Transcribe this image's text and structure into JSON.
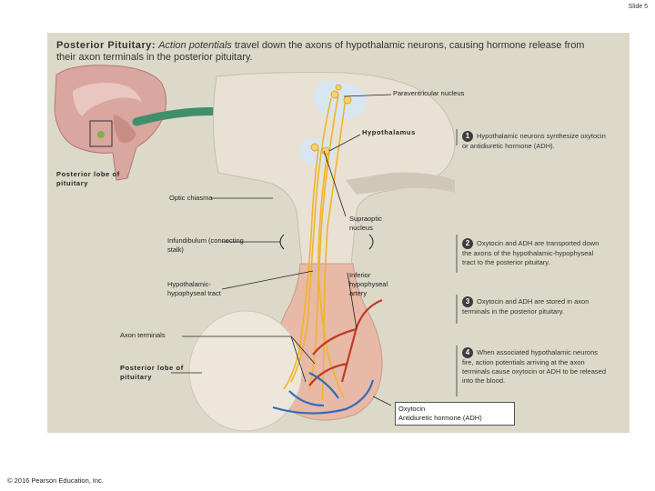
{
  "slide_label": "Slide 5",
  "title": {
    "lead": "Posterior Pituitary:",
    "emphasis": "Action potentials",
    "rest": " travel down the axons of hypothalamic neurons, causing hormone release from their axon terminals in the posterior pituitary."
  },
  "labels": {
    "paraventricular": "Paraventricular nucleus",
    "hypothalamus": "Hypothalamus",
    "posterior_lobe_top": "Posterior lobe of pituitary",
    "optic_chiasma": "Optic chiasma",
    "supraoptic": "Supraoptic nucleus",
    "infundibulum": "Infundibulum (connecting stalk)",
    "hh_tract": "Hypothalamic-hypophyseal tract",
    "inferior_artery": "Inferior hypophyseal artery",
    "axon_terminals": "Axon terminals",
    "posterior_lobe_bottom": "Posterior lobe of pituitary"
  },
  "steps": [
    {
      "num": "1",
      "text": "Hypothalamic neurons synthesize oxytocin or antidiuretic hormone (ADH)."
    },
    {
      "num": "2",
      "text": "Oxytocin and ADH are transported down the axons of the hypothalamic-hypophyseal tract to the posterior pituitary."
    },
    {
      "num": "3",
      "text": "Oxytocin and ADH are stored in axon terminals in the posterior pituitary."
    },
    {
      "num": "4",
      "text": "When associated hypothalamic neurons fire, action potentials arriving at the axon terminals cause oxytocin or ADH to be released into the blood."
    }
  ],
  "hormone_box": {
    "line1": "Oxytocin",
    "line2": "Antidiuretic hormone (ADH)"
  },
  "copyright": "© 2016 Pearson Education, Inc.",
  "colors": {
    "panel": "#ddd9c9",
    "axon": "#f0b429",
    "artery": "#c0392b",
    "vein": "#2e6cc0",
    "tissue": "#e8e1d4"
  }
}
